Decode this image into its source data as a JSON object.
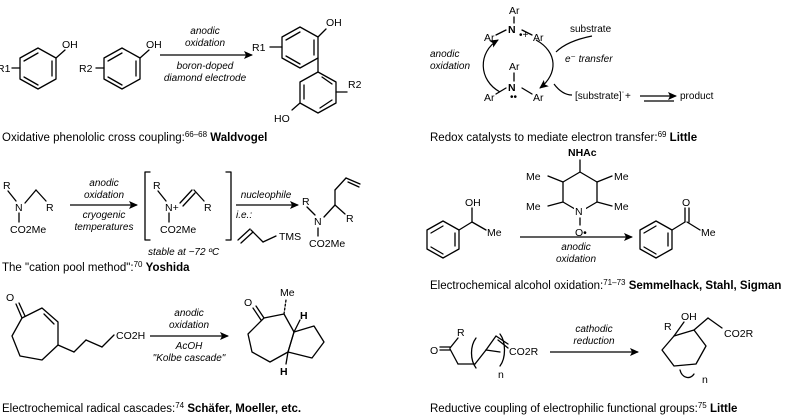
{
  "panels": [
    {
      "id": "waldvogel",
      "caption": "Oxidative phenololic cross coupling:",
      "refs": "66–68",
      "authors": "Waldvogel",
      "conditions": [
        "anodic",
        "oxidation",
        "boron-doped",
        "diamond electrode"
      ],
      "atoms": [
        "R1",
        "OH",
        "R2",
        "OH",
        "R1",
        "OH",
        "HO",
        "R2"
      ]
    },
    {
      "id": "little-redox",
      "caption": "Redox catalysts to mediate electron transfer:",
      "refs": "69",
      "authors": "Little",
      "labels": [
        "Ar",
        "N",
        "•+",
        "Ar",
        "Ar",
        "Ar",
        "N",
        "••",
        "Ar",
        "Ar",
        "anodic",
        "oxidation",
        "substrate",
        "e⁻ transfer",
        "[substrate]˙+",
        "product"
      ]
    },
    {
      "id": "yoshida",
      "caption": "The \"cation pool method\":",
      "refs": "70",
      "authors": "Yoshida",
      "conditions": [
        "anodic",
        "oxidation",
        "cryogenic",
        "temperatures",
        "nucleophile",
        "i.e.:",
        "TMS",
        "stable at −72 ºC"
      ],
      "atoms": [
        "R",
        "N",
        "R",
        "CO2Me",
        "R",
        "N+",
        "R",
        "CO2Me",
        "R",
        "N",
        "R",
        "CO2Me"
      ]
    },
    {
      "id": "semmelhack",
      "caption": "Electrochemical alcohol oxidation:",
      "refs": "71–73",
      "authors": "Semmelhack, Stahl, Sigman",
      "conditions": [
        "anodic",
        "oxidation"
      ],
      "atoms": [
        "NHAc",
        "Me",
        "Me",
        "Me",
        "Me",
        "N",
        "O•",
        "OH",
        "Me",
        "O",
        "Me"
      ]
    },
    {
      "id": "schafer",
      "caption": "Electrochemical radical cascades:",
      "refs": "74",
      "authors": "Schäfer, Moeller, etc.",
      "conditions": [
        "anodic",
        "oxidation",
        "AcOH",
        "\"Kolbe cascade\""
      ],
      "atoms": [
        "O",
        "CO2H",
        "Me",
        "O",
        "H",
        "H"
      ]
    },
    {
      "id": "little-reductive",
      "caption": "Reductive coupling of electrophilic functional groups:",
      "refs": "75",
      "authors": "Little",
      "conditions": [
        "cathodic",
        "reduction"
      ],
      "atoms": [
        "O",
        "R",
        "CO2R",
        "n",
        "R",
        "OH",
        "CO2R",
        "n"
      ]
    }
  ]
}
